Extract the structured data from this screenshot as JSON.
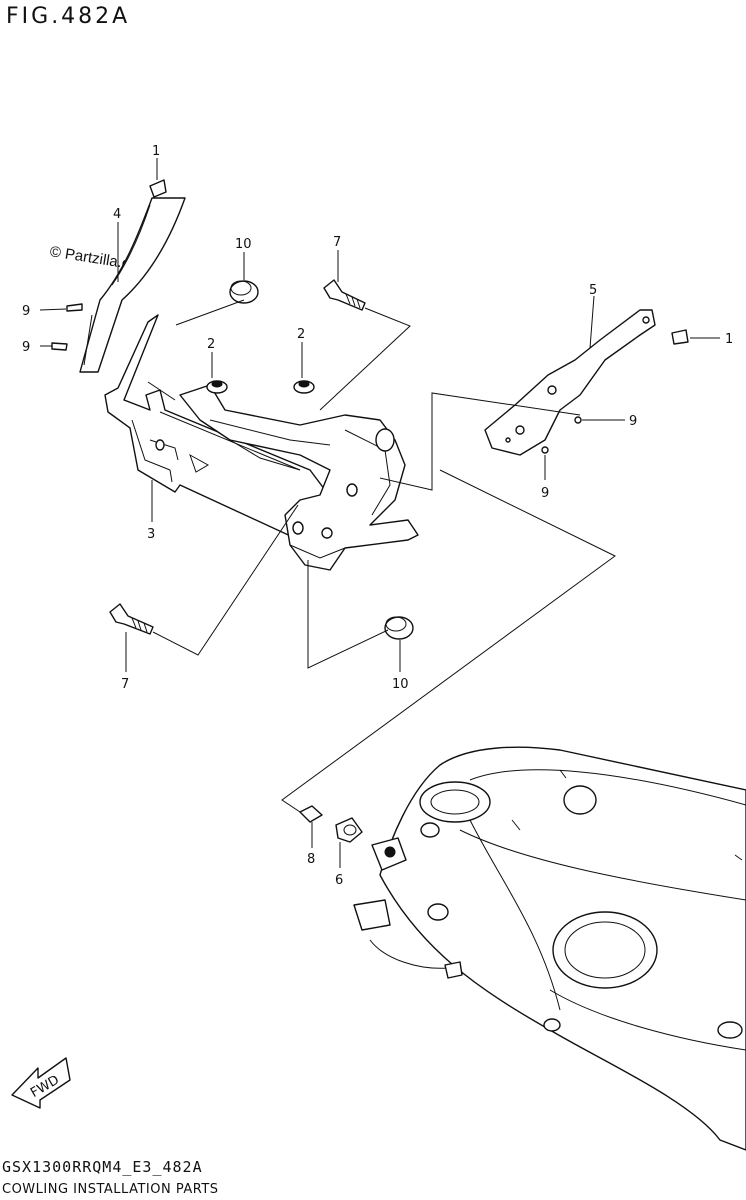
{
  "figure": {
    "title": "FIG.482A",
    "watermark": "© Partzilla.com",
    "diagram_code": "GSX1300RRQM4_E3_482A",
    "caption": "COWLING INSTALLATION PARTS",
    "fwd_label": "FWD"
  },
  "callouts": [
    {
      "id": "c1a",
      "label": "1"
    },
    {
      "id": "c1b",
      "label": "1"
    },
    {
      "id": "c2a",
      "label": "2"
    },
    {
      "id": "c2b",
      "label": "2"
    },
    {
      "id": "c3",
      "label": "3"
    },
    {
      "id": "c4",
      "label": "4"
    },
    {
      "id": "c5",
      "label": "5"
    },
    {
      "id": "c6",
      "label": "6"
    },
    {
      "id": "c7a",
      "label": "7"
    },
    {
      "id": "c7b",
      "label": "7"
    },
    {
      "id": "c8",
      "label": "8"
    },
    {
      "id": "c9a",
      "label": "9"
    },
    {
      "id": "c9b",
      "label": "9"
    },
    {
      "id": "c9c",
      "label": "9"
    },
    {
      "id": "c9d",
      "label": "9"
    },
    {
      "id": "c10a",
      "label": "10"
    },
    {
      "id": "c10b",
      "label": "10"
    }
  ]
}
